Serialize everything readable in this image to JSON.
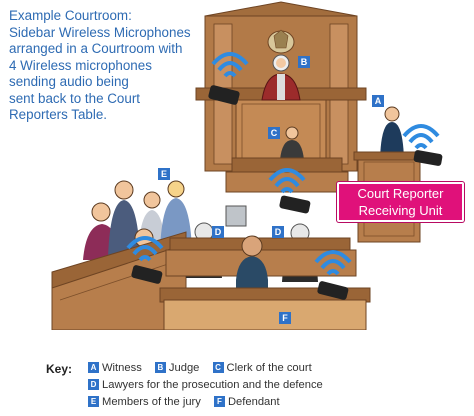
{
  "intro_text": "Example Courtroom:\nSidebar Wireless Microphones\narranged in a Courtroom with\n4 Wireless microphones\nsending audio being\nsent back to the Court\n Reporters Table.",
  "reporter_box": {
    "line1": "Court Reporter",
    "line2": "Receiving Unit"
  },
  "markers": {
    "A": "A",
    "B": "B",
    "C": "C",
    "D": "D",
    "E": "E",
    "F": "F"
  },
  "key": {
    "title": "Key:",
    "items": [
      {
        "letter": "A",
        "label": "Witness"
      },
      {
        "letter": "B",
        "label": "Judge"
      },
      {
        "letter": "C",
        "label": "Clerk of the court"
      },
      {
        "letter": "D",
        "label": "Lawyers for the prosecution and the defence"
      },
      {
        "letter": "E",
        "label": "Members of the jury"
      },
      {
        "letter": "F",
        "label": "Defendant"
      }
    ]
  },
  "colors": {
    "wood_dark": "#8a5a33",
    "wood_mid": "#b77e4c",
    "wood_light": "#d9a870",
    "signal_blue": "#2f8be0",
    "marker_blue": "#2f72c8",
    "reporter_pink": "#e0117a"
  }
}
